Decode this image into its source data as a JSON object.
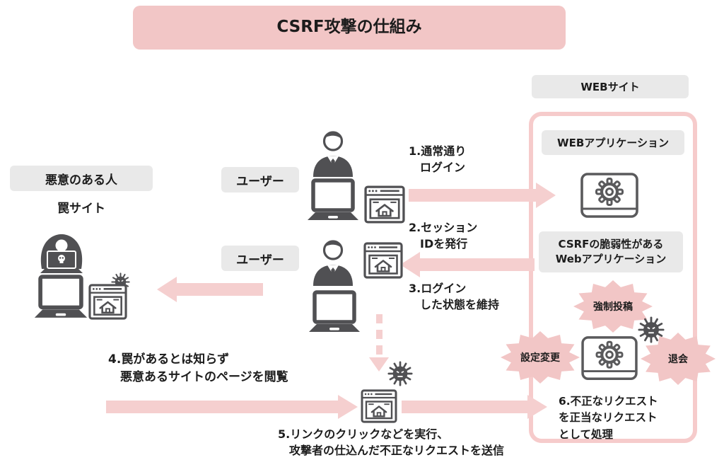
{
  "title": "CSRF攻撃の仕組み",
  "colors": {
    "accent_pink": "#f2c6c6",
    "arrow_pink": "#f5cfcf",
    "border_pink": "#f6cbcb",
    "label_gray": "#e9e9e9",
    "icon_gray": "#505053"
  },
  "attacker": {
    "label": "悪意のある人",
    "trap_site_label": "罠サイト"
  },
  "users": {
    "user1_label": "ユーザー",
    "user2_label": "ユーザー"
  },
  "website": {
    "site_label": "WEBサイト",
    "app_label": "WEBアプリケーション",
    "vulnerable_label": "CSRFの脆弱性がある\nWebアプリケーション",
    "bursts": {
      "forced_post": "強制投稿",
      "settings_change": "設定変更",
      "withdrawal": "退会"
    }
  },
  "steps": {
    "step1": "1.通常通り\n　ログイン",
    "step2": "2.セッション\n　IDを発行",
    "step3": "3.ログイン\n　した状態を維持",
    "step4": "4.罠があるとは知らず\n　悪意あるサイトのページを閲覧",
    "step5": "5.リンクのクリックなどを実行、\n　攻撃者の仕込んだ不正なリクエストを送信",
    "step6": "6.不正なリクエスト\nを正当なリクエスト\nとして処理"
  },
  "icons": {
    "hacker_icon": "hooded-hacker-with-skull-laptop",
    "person_icon": "business-person",
    "laptop_icon": "laptop",
    "browser_icon": "browser-window-home",
    "virus_icon": "virus",
    "laptop_gear_icon": "laptop-with-gear"
  }
}
